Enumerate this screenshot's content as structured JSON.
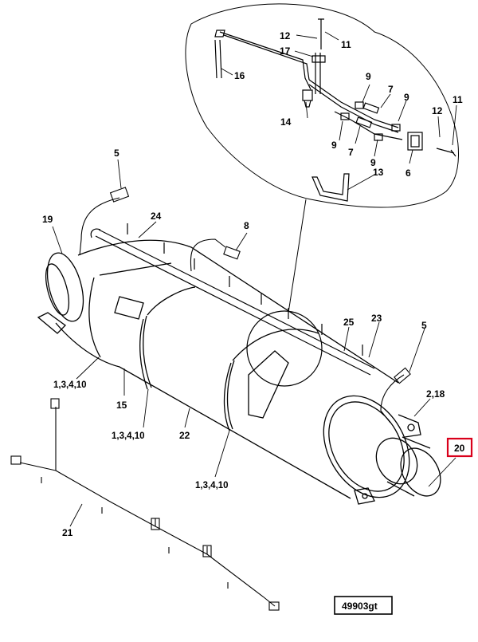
{
  "callouts": {
    "c1": "5",
    "c2": "19",
    "c3": "24",
    "c4": "8",
    "c5": "25",
    "c6": "23",
    "c7": "5",
    "c8": "2,18",
    "c9": "1,3,4,10",
    "c10": "15",
    "c11": "1,3,4,10",
    "c12": "22",
    "c13": "1,3,4,10",
    "c14": "20",
    "c15": "21"
  },
  "detail_callouts": {
    "d1": "12",
    "d2": "11",
    "d3": "17",
    "d4": "16",
    "d5": "14",
    "d6": "9",
    "d7": "7",
    "d8": "9",
    "d9": "12",
    "d10": "11",
    "d11": "9",
    "d12": "7",
    "d13": "9",
    "d14": "6",
    "d15": "13"
  },
  "figure_id": "49903gt",
  "highlight_color": "#d9001b"
}
